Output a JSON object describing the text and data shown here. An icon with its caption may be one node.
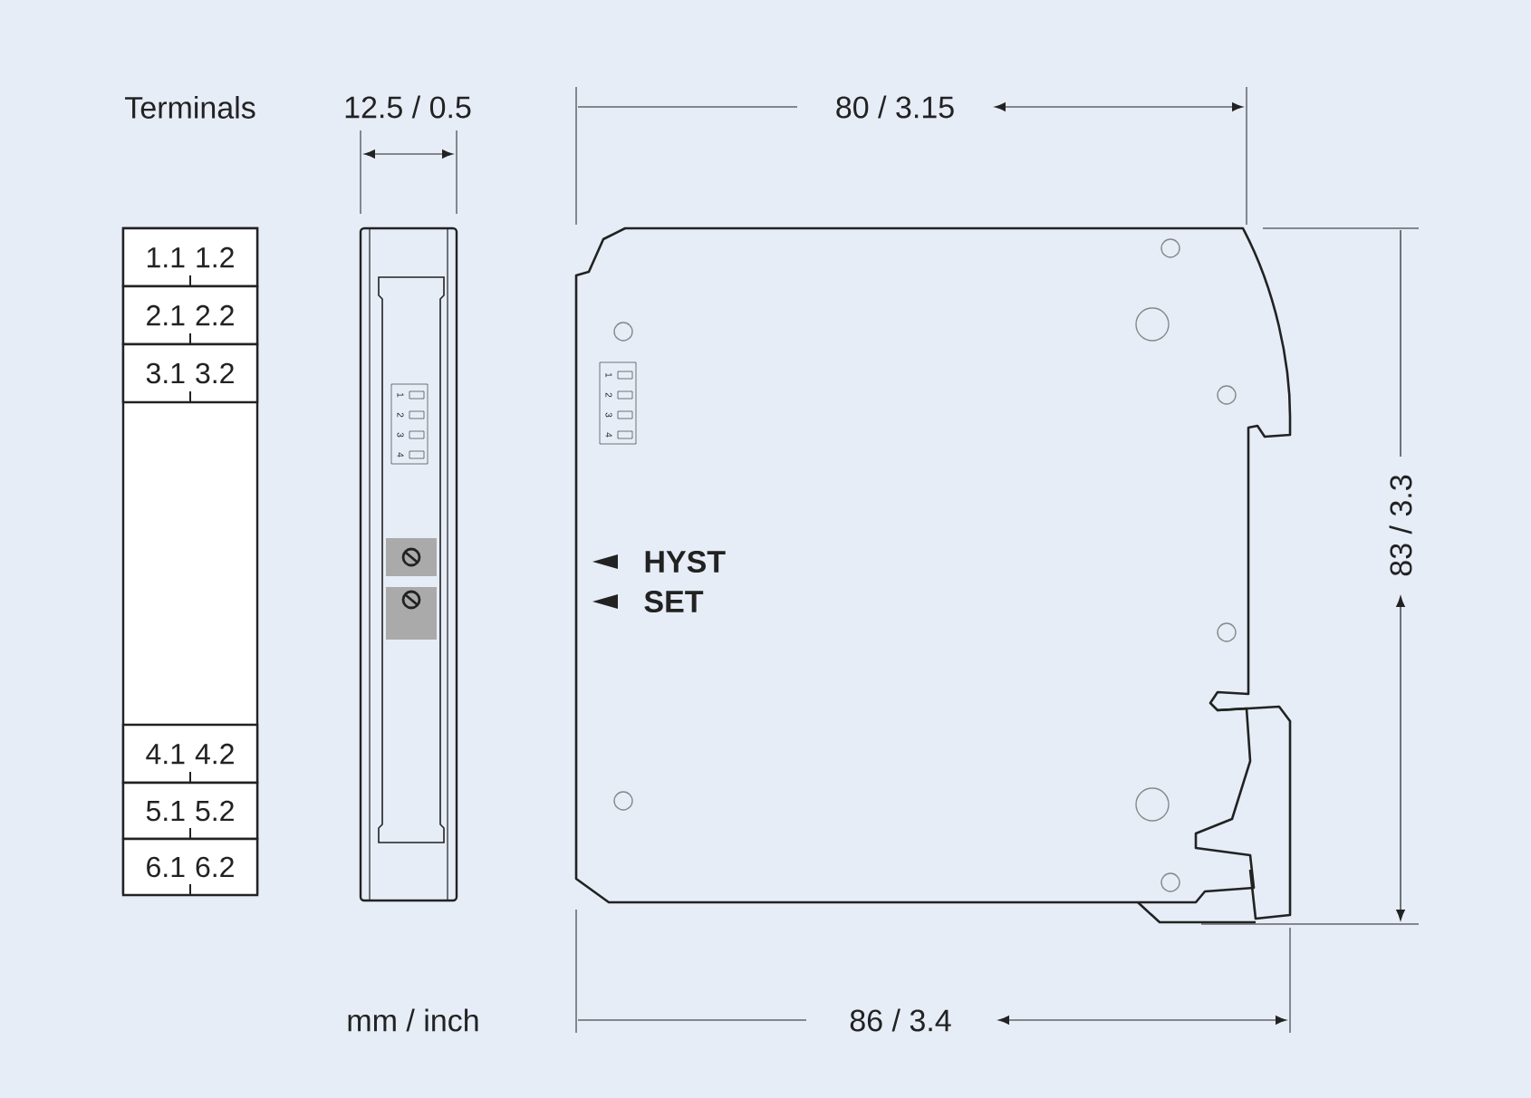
{
  "diagram": {
    "nodes": [
      {
        "text": [
          "Terminals"
        ]
      },
      {
        "text": [
          "1.1",
          "1.2"
        ],
        "in": 0
      },
      {
        "text": [
          "2.1",
          "2.2"
        ],
        "in": 0
      },
      {
        "text": [
          "3.1",
          "3.2"
        ],
        "in": 0
      },
      {
        "text": [
          "4.1",
          "4.2"
        ],
        "in": 0
      },
      {
        "text": [
          "5.1",
          "5.2"
        ],
        "in": 0
      },
      {
        "text": [
          "6.1",
          "6.2"
        ],
        "in": 0
      }
    ],
    "labels": [
      "12.5 / 0.5",
      "80 / 3.15",
      "1",
      "2",
      "3",
      "4",
      "1",
      "2",
      "3",
      "4",
      "HYST",
      "SET",
      "83 / 3.3",
      "mm / inch",
      "86 / 3.4"
    ]
  }
}
